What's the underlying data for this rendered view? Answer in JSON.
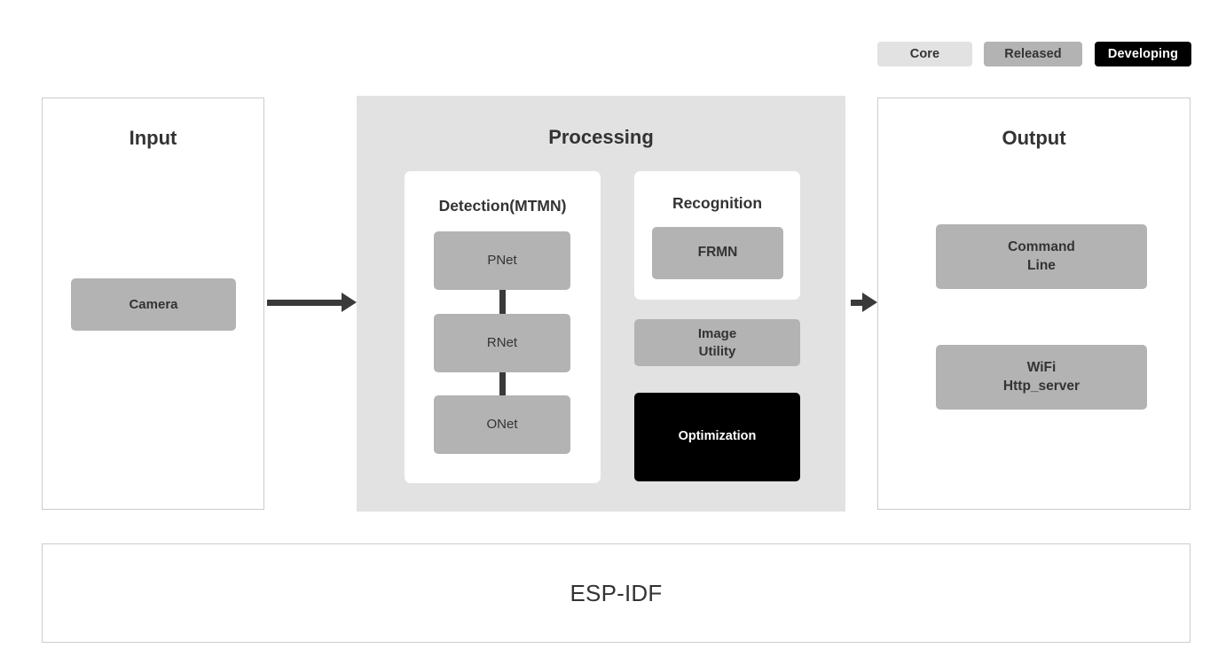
{
  "legend": {
    "items": [
      {
        "label": "Core",
        "color": "#e2e2e2",
        "text_color": "#333333"
      },
      {
        "label": "Released",
        "color": "#b3b3b3",
        "text_color": "#333333"
      },
      {
        "label": "Developing",
        "color": "#000000",
        "text_color": "#ffffff"
      }
    ]
  },
  "input": {
    "title": "Input",
    "boxes": [
      {
        "label": "Camera",
        "status": "Released"
      }
    ]
  },
  "processing": {
    "title": "Processing",
    "detection": {
      "title": "Detection(MTMN)",
      "boxes": [
        {
          "label": "PNet",
          "status": "Released"
        },
        {
          "label": "RNet",
          "status": "Released"
        },
        {
          "label": "ONet",
          "status": "Released"
        }
      ]
    },
    "recognition": {
      "title": "Recognition",
      "boxes": [
        {
          "label": "FRMN",
          "status": "Released"
        }
      ]
    },
    "extra_boxes": [
      {
        "label": "Image\nUtility",
        "status": "Released"
      },
      {
        "label": "Optimization",
        "status": "Developing"
      }
    ]
  },
  "output": {
    "title": "Output",
    "boxes": [
      {
        "label": "Command\nLine",
        "status": "Released"
      },
      {
        "label": "WiFi\nHttp_server",
        "status": "Released"
      }
    ]
  },
  "foundation": {
    "label": "ESP-IDF"
  }
}
